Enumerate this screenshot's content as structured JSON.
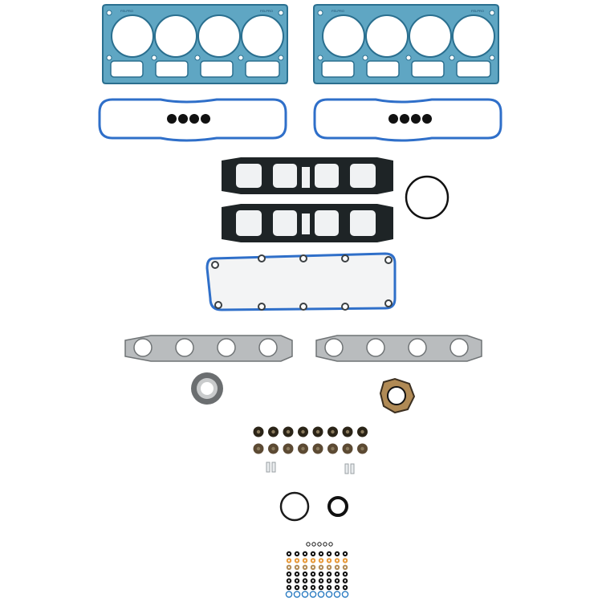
{
  "colors": {
    "background": "#ffffff",
    "head_gasket_fill": "#5fa6c3",
    "head_gasket_edge": "#2a6f8f",
    "valve_cover_seal": "#2f6fc9",
    "intake_gasket_fill": "#1e2426",
    "intake_gasket_face": "#f0f2f3",
    "exhaust_gasket_fill": "#b9bcbe",
    "exhaust_gasket_edge": "#6f7375",
    "oring_black": "#111111",
    "seal_brown": "#5c4a33",
    "seal_orange": "#e89a3a",
    "seal_blue": "#2c7cc2",
    "seal_bronze": "#b08a55"
  },
  "head_gaskets": [
    {
      "print_left": "FELPRO",
      "print_right": "FELPRO",
      "bores": 4
    },
    {
      "print_left": "FELPRO",
      "print_right": "FELPRO",
      "bores": 4
    }
  ],
  "counts": {
    "valve_stem_seals_per_row": 8,
    "valve_stem_seal_rows": 2,
    "small_orings_top_row": 5,
    "small_oring_grid_rows": 7,
    "small_oring_grid_cols": 8
  }
}
